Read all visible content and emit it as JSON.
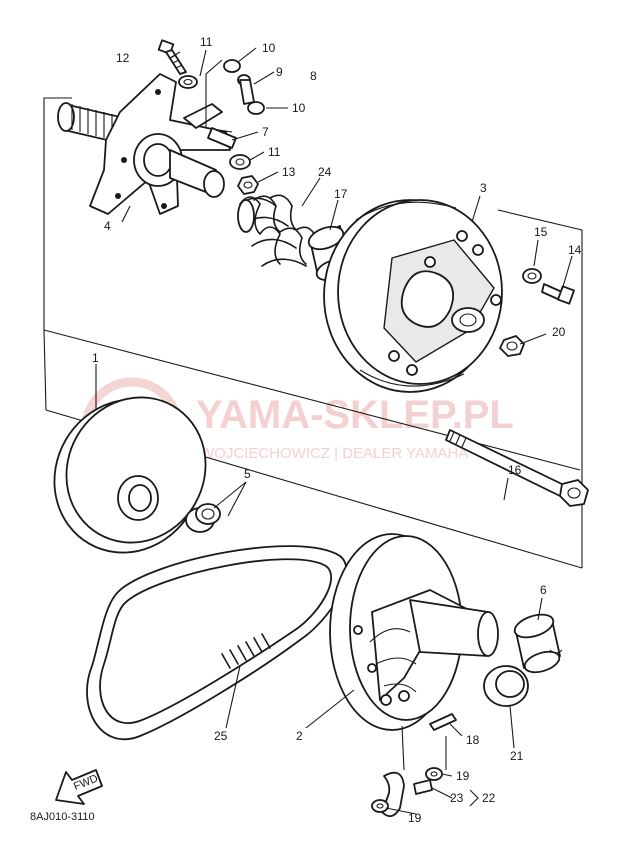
{
  "watermark": {
    "title": "YAMA-SKLEP.PL",
    "subtitle": "WOJCIECHOWICZ | DEALER YAMAHA",
    "color": "#f2c9c9"
  },
  "diagram_code": "8AJ010-3110",
  "forward_marker": "FWD",
  "callouts": {
    "c1": "1",
    "c2": "2",
    "c3": "3",
    "c4": "4",
    "c5": "5",
    "c6": "6",
    "c7": "7",
    "c8": "8",
    "c9": "9",
    "c10a": "10",
    "c10b": "10",
    "c11a": "11",
    "c11b": "11",
    "c12": "12",
    "c13": "13",
    "c14": "14",
    "c15": "15",
    "c16": "16",
    "c17": "17",
    "c18": "18",
    "c19a": "19",
    "c19b": "19",
    "c20": "20",
    "c21": "21",
    "c22": "22",
    "c23": "23",
    "c24": "24",
    "c25": "25"
  }
}
